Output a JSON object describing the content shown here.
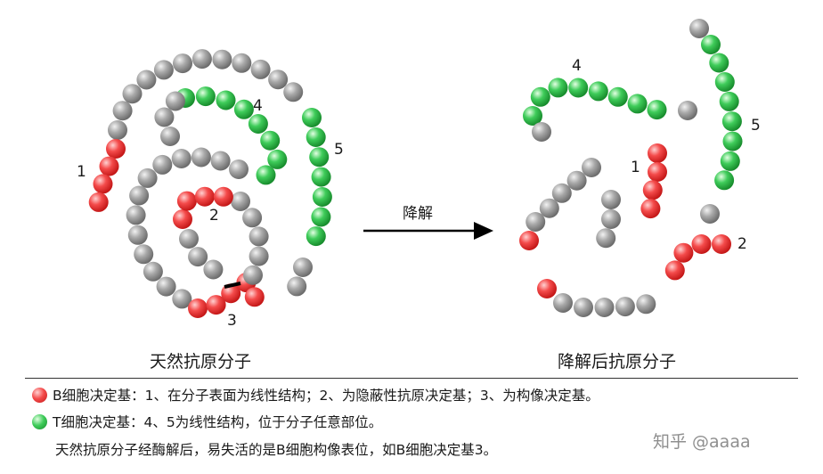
{
  "labels": {
    "native_1": "1",
    "native_2": "2",
    "native_3": "3",
    "native_4": "4",
    "native_5": "5",
    "degraded_1": "1",
    "degraded_2": "2",
    "degraded_4": "4",
    "degraded_5": "5"
  },
  "arrow_label": "降解",
  "captions": {
    "native": "天然抗原分子",
    "degraded": "降解后抗原分子"
  },
  "legend": {
    "b_cell": "B细胞决定基：1、在分子表面为线性结构；2、为隐蔽性抗原决定基；3、为构像决定基。",
    "t_cell": "T细胞决定基：4、5为线性结构，位于分子任意部位。"
  },
  "note": "天然抗原分子经酶解后，易失活的是B细胞构像表位，如B细胞决定基3。",
  "watermark": "知乎 @aaaa",
  "colors": {
    "b_epitope": "#e83a3a",
    "t_epitope": "#35c24f",
    "backbone": "#9d9d9d"
  }
}
